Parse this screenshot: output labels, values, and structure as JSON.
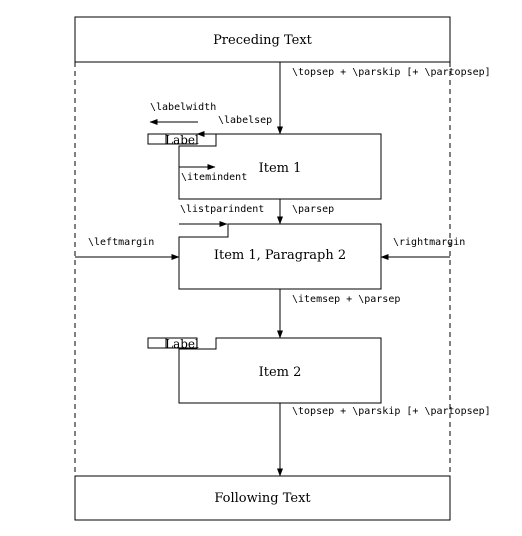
{
  "boxes": {
    "preceding": "Preceding Text",
    "item1": "Item 1",
    "item1_para2": "Item 1, Paragraph 2",
    "item2": "Item 2",
    "following": "Following Text"
  },
  "labels": {
    "label1": "Label",
    "label2": "Label"
  },
  "params": {
    "topsep_top": "\\topsep + \\parskip [+ \\partopsep]",
    "labelwidth": "\\labelwidth",
    "labelsep": "\\labelsep",
    "itemindent": "\\itemindent",
    "listparindent": "\\listparindent",
    "parsep": "\\parsep",
    "leftmargin": "\\leftmargin",
    "rightmargin": "\\rightmargin",
    "itemsep_parsep": "\\itemsep + \\parsep",
    "topsep_bottom": "\\topsep + \\parskip [+ \\partopsep]"
  }
}
